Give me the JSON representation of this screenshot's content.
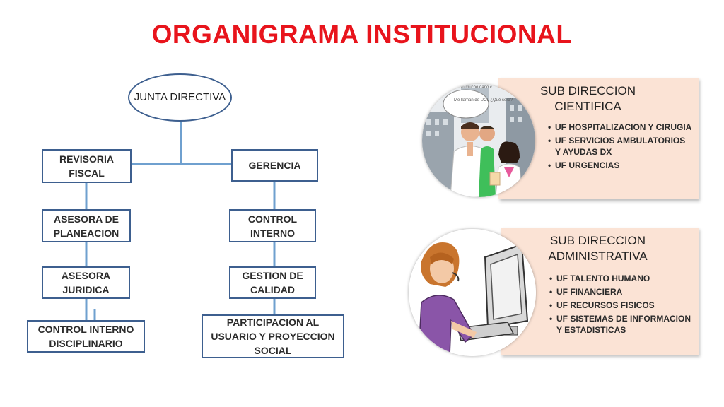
{
  "title": "ORGANIGRAMA INSTITUCIONAL",
  "org": {
    "junta": "JUNTA DIRECTIVA",
    "revisoria": "REVISORIA FISCAL",
    "gerencia": "GERENCIA",
    "asesora_planeacion": "ASESORA DE PLANEACION",
    "control_interno": "CONTROL INTERNO",
    "asesora_juridica": "ASESORA JURIDICA",
    "gestion_calidad": "GESTION DE CALIDAD",
    "control_disciplinario": "CONTROL INTERNO DISCIPLINARIO",
    "participacion": "PARTICIPACION AL USUARIO Y PROYECCION SOCIAL"
  },
  "cientifica": {
    "title": "SUB DIRECCION CIENTIFICA",
    "items": [
      "UF HOSPITALIZACION Y CIRUGIA",
      "UF SERVICIOS AMBULATORIOS Y AYUDAS DX",
      "UF URGENCIAS"
    ],
    "bubble_top": "con mucho daño c...",
    "bubble": "Me llaman de UCI, ¿Qué será?"
  },
  "administrativa": {
    "title": "SUB DIRECCION ADMINISTRATIVA",
    "items": [
      "UF TALENTO HUMANO",
      "UF FINANCIERA",
      "UF RECURSOS FISICOS",
      "UF SISTEMAS DE INFORMACION Y ESTADISTICAS"
    ]
  },
  "colors": {
    "title": "#e8141c",
    "box_border": "#3d5f8f",
    "connector": "#6fa0cf",
    "card_bg": "#fbe3d5"
  }
}
